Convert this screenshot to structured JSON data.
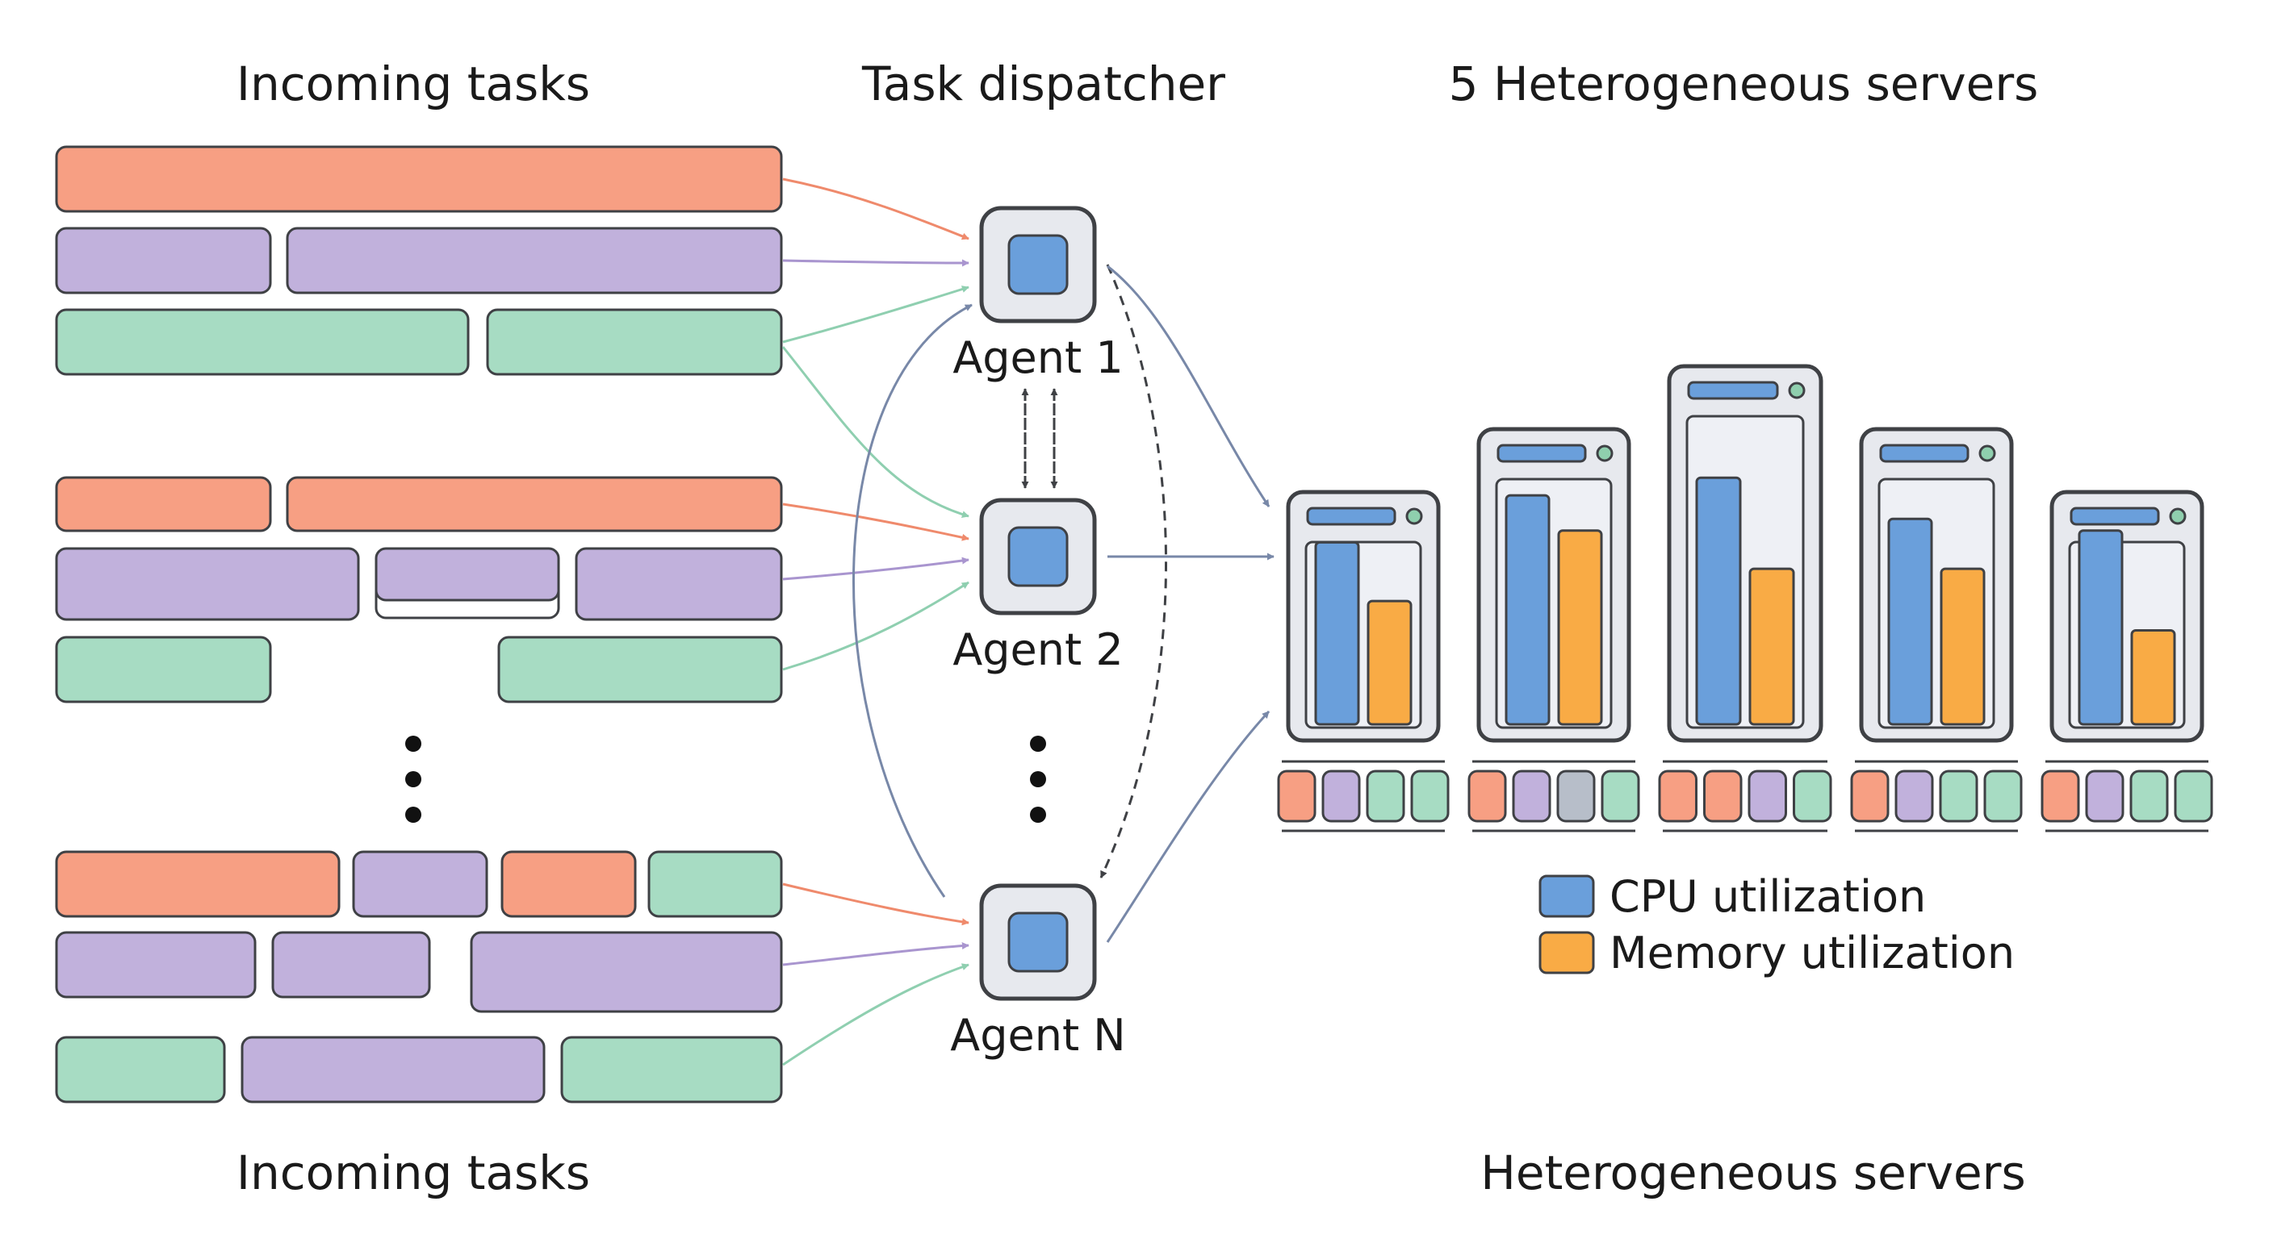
{
  "headings": {
    "top_left": "Incoming tasks",
    "top_middle": "Task dispatcher",
    "top_right": "5 Heterogeneous servers",
    "bottom_left": "Incoming tasks",
    "bottom_right": "Heterogeneous servers"
  },
  "agents": [
    {
      "label": "Agent 1"
    },
    {
      "label": "Agent 2"
    },
    {
      "label": "Agent N"
    }
  ],
  "legend": {
    "cpu": "CPU utilization",
    "memory": "Memory utilization"
  },
  "colors": {
    "salmon": "#f79f83",
    "purple": "#c1b1dc",
    "green": "#a7dcc3",
    "gray": "#b7bec9",
    "cpu": "#6a9fdb",
    "memory": "#f9ab45",
    "outline": "#3f4145",
    "server_body": "#e7e9ee",
    "screen": "#eef0f5",
    "status_light": "#8fcfae",
    "agent_inner": "#6a9fdb",
    "arrow_blue": "#7888a8"
  },
  "servers": [
    {
      "cpu": 0.62,
      "memory": 0.42,
      "slots": [
        "salmon",
        "purple",
        "green",
        "green"
      ]
    },
    {
      "cpu": 0.78,
      "memory": 0.66,
      "slots": [
        "salmon",
        "purple",
        "gray",
        "green"
      ]
    },
    {
      "cpu": 0.84,
      "memory": 0.53,
      "slots": [
        "salmon",
        "salmon",
        "purple",
        "green"
      ]
    },
    {
      "cpu": 0.7,
      "memory": 0.53,
      "slots": [
        "salmon",
        "purple",
        "green",
        "green"
      ]
    },
    {
      "cpu": 0.66,
      "memory": 0.32,
      "slots": [
        "salmon",
        "purple",
        "green",
        "green"
      ]
    }
  ]
}
